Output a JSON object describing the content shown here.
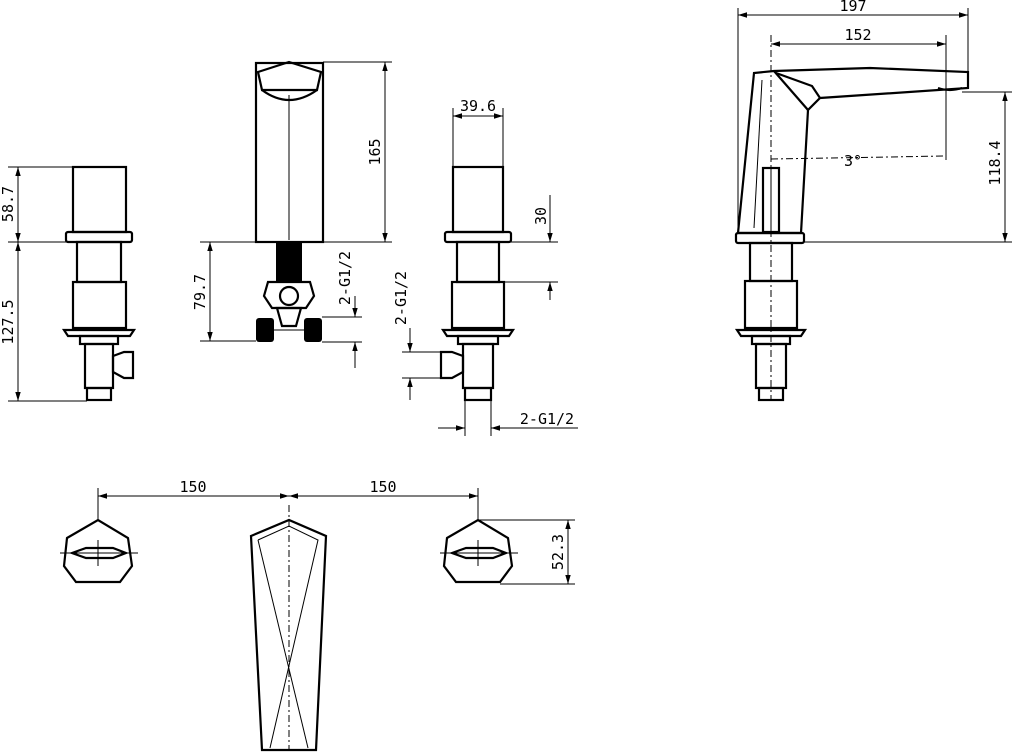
{
  "dimensions": {
    "side_handle_top": "58.7",
    "side_handle_total": "127.5",
    "spout_front_below": "79.7",
    "spout_front_height": "165",
    "spout_thread": "2-G1/2",
    "handle_front_width": "39.6",
    "handle_front_height": "30",
    "handle_thread_vertical": "2-G1/2",
    "handle_thread_horizontal": "2-G1/2",
    "spout_side_reach_total": "197",
    "spout_side_reach": "152",
    "spout_side_angle": "3°",
    "spout_side_height": "118.4",
    "plan_spacing_left": "150",
    "plan_spacing_right": "150",
    "plan_handle_depth": "52.3"
  }
}
